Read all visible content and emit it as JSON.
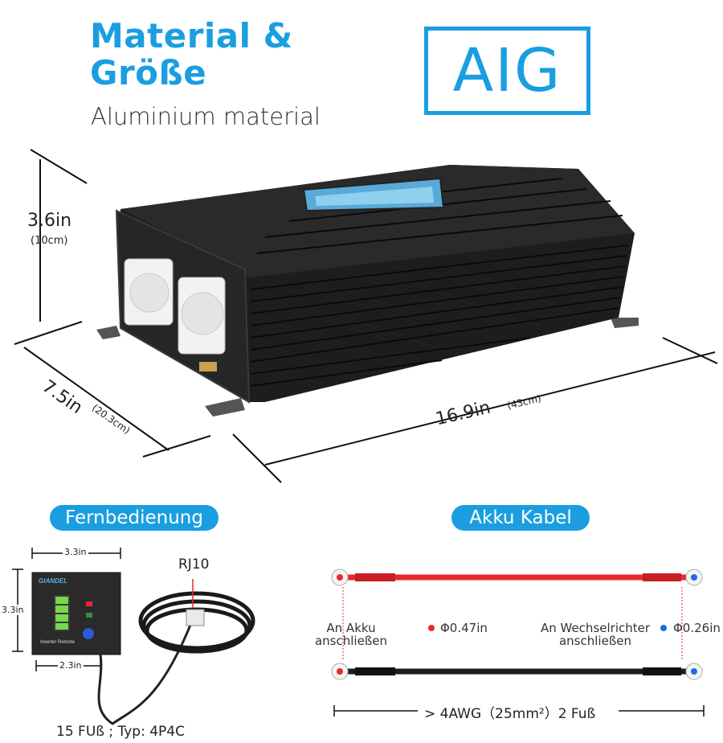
{
  "header": {
    "title_line1": "Material &",
    "title_line2": "Größe",
    "subtitle": "Aluminium material",
    "logo": "AIG"
  },
  "dimensions": {
    "height": "3.6in",
    "height_cm": "(10cm)",
    "depth": "7.5in",
    "depth_cm": "(20.3cm)",
    "length": "16.9in",
    "length_cm": "(43cm)"
  },
  "remote": {
    "heading": "Fernbedienung",
    "width_top": "3.3in",
    "height_side": "3.3in",
    "width_bottom": "2.3in",
    "connector": "RJ10",
    "brand": "GIANDEL",
    "panel_label": "Inverter Remote",
    "cable_spec": "15 FUß ; Typ: 4P4C"
  },
  "cable": {
    "heading": "Akku Kabel",
    "left_label_1": "An Akku",
    "left_label_2": "anschließen",
    "left_diameter": "Φ0.47in",
    "right_label_1": "An Wechselrichter",
    "right_label_2": "anschließen",
    "right_diameter": "Φ0.26in",
    "spec": "> 4AWG（25mm²）2 Fuß"
  },
  "colors": {
    "accent": "#1a9ee0",
    "red_cable": "#e8282f",
    "black_cable": "#1c1c1c",
    "red_dot": "#e8282f",
    "blue_dot": "#1a6ee0"
  }
}
